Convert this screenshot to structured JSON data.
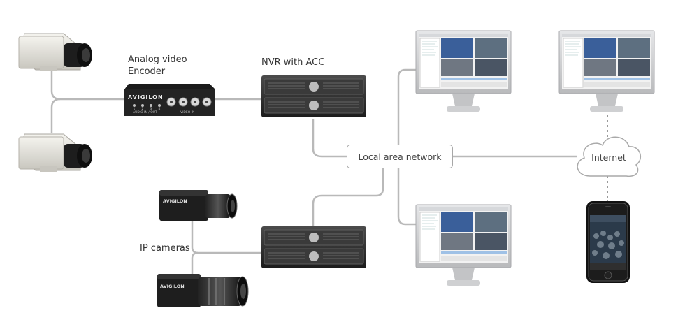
{
  "labels": {
    "encoder": "Analog video\nEncoder",
    "nvr": "NVR with ACC",
    "lan": "Local area network",
    "internet": "Internet",
    "ip_cameras": "IP cameras"
  },
  "devices": {
    "encoder_brand": "AVIGILON",
    "encoder_port_numbers": [
      "1",
      "2",
      "3",
      "4"
    ],
    "encoder_in_label": "AUDIO IN / OUT",
    "encoder_video_label": "VIDEO IN",
    "ip_camera_brand": "AVIGILON"
  },
  "colors": {
    "line": "#b9b9b9",
    "server_body": "#2d2d2d",
    "monitor_frame": "#cfd0d2",
    "screen_blue": "#3a5f9a",
    "phone": "#111111"
  }
}
